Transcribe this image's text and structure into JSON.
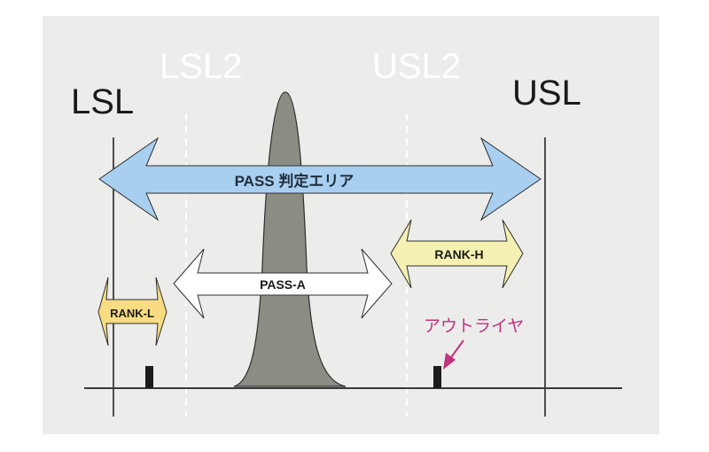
{
  "diagram": {
    "title_labels": {
      "lsl": "LSL",
      "usl": "USL",
      "lsl2": "LSL2",
      "usl2": "USL2"
    },
    "arrows": {
      "pass_area": "PASS 判定エリア",
      "pass_a": "PASS-A",
      "rank_h": "RANK-H",
      "rank_l": "RANK-L"
    },
    "annotation": {
      "outlier": "アウトライヤ"
    },
    "colors": {
      "background": "#ececeb",
      "pass_area_fill": "#a9cff0",
      "pass_a_fill": "#ffffff",
      "rank_h_fill": "#f5f1b3",
      "rank_l_fill": "#f7dc82",
      "distribution_fill": "#8b8d84",
      "outlier_text": "#c0337e",
      "limit_line": "#1a1a1a",
      "secondary_limit_line": "#ffffff"
    }
  }
}
